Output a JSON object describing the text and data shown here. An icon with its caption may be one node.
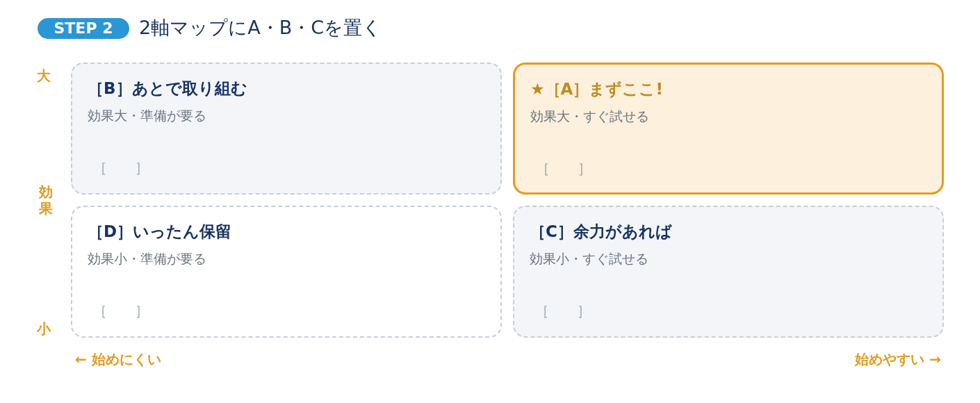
{
  "diagram": {
    "title": "2軸マップにA・B・Cを置く",
    "nodes": [
      {
        "text": [
          "［B］あとで取り組む",
          "効果大・準備が要る",
          "［　　］"
        ]
      },
      {
        "text": [
          "★［A］まずここ!",
          "効果大・すぐ試せる",
          "［　　］"
        ]
      },
      {
        "text": [
          "［D］いったん保留",
          "効果小・準備が要る",
          "［　　］"
        ]
      },
      {
        "text": [
          "［C］余力があれば",
          "効果小・すぐ試せる",
          "［　　］"
        ]
      }
    ],
    "labels": [
      "STEP 2",
      "大",
      "効果",
      "小",
      "← 始めにくい",
      "始めやすい →"
    ]
  }
}
